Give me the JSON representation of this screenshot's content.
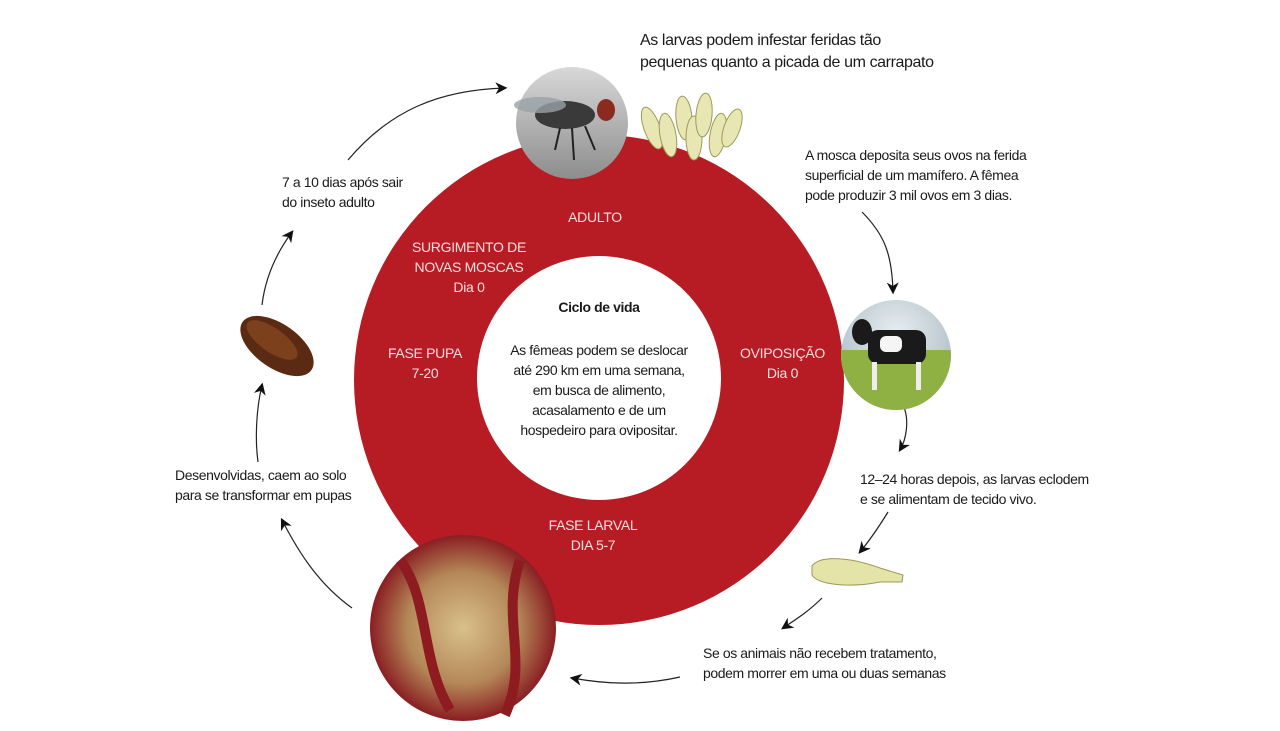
{
  "title": "Ciclo de vida",
  "center_text": [
    "As fêmeas podem se deslocar",
    "até 290 km em uma semana,",
    "em busca de alimento,",
    "acasalamento e de um",
    "hospedeiro para ovipositar."
  ],
  "stages": {
    "adulto": "ADULTO",
    "surgimento": [
      "SURGIMENTO DE",
      "NOVAS MOSCAS",
      "Dia 0"
    ],
    "pupa": [
      "FASE PUPA",
      "7-20"
    ],
    "oviposicao": [
      "OVIPOSIÇÃO",
      "Dia 0"
    ],
    "larval": [
      "FASE LARVAL",
      "DIA 5-7"
    ]
  },
  "annotations": {
    "top": [
      "As larvas podem infestar feridas tão",
      "pequenas quanto a picada de um carrapato"
    ],
    "eggs": [
      "A mosca deposita seus ovos na ferida",
      "superficial de um mamífero. A fêmea",
      "pode produzir 3 mil ovos em 3 dias."
    ],
    "hatch": [
      "12–24 horas depois, as larvas eclodem",
      "e se alimentam de tecido vivo."
    ],
    "death": [
      "Se os animais não recebem tratamento,",
      "podem morrer em uma ou duas semanas"
    ],
    "fall": [
      "Desenvolvidas, caem ao solo",
      "para se transformar em pupas"
    ],
    "emerge": [
      "7 a 10 dias após sair",
      "do inseto adulto"
    ]
  },
  "colors": {
    "ring": "#b71c24",
    "stage_text": "#f6dede"
  }
}
